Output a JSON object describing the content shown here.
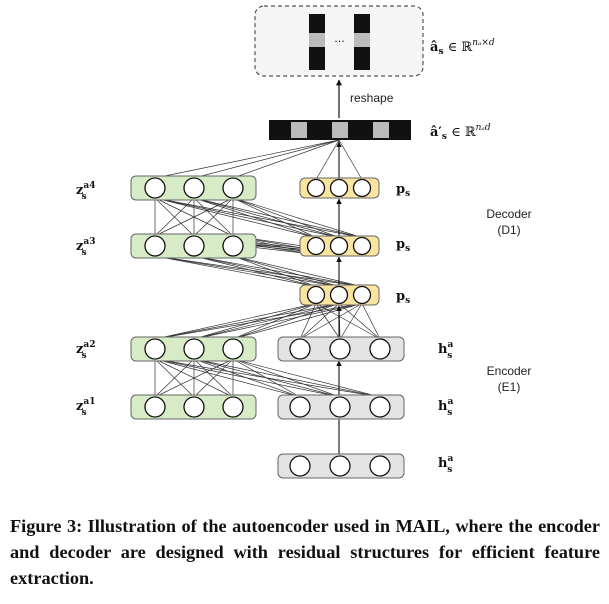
{
  "diagram": {
    "output_label": {
      "var": "â",
      "sub": "s",
      "set": " ∈ ℝ",
      "sup": "nₐ×d"
    },
    "flat_label": {
      "var": "â′",
      "sub": "s",
      "set": " ∈ ℝ",
      "sup": "nₐd"
    },
    "reshape_label": "reshape",
    "dots": "···",
    "left_labels": [
      {
        "var": "z",
        "sub": "s",
        "sup": "a4"
      },
      {
        "var": "z",
        "sub": "s",
        "sup": "a3"
      },
      {
        "var": "z",
        "sub": "s",
        "sup": "a2"
      },
      {
        "var": "z",
        "sub": "s",
        "sup": "a1"
      }
    ],
    "p_label": {
      "var": "p",
      "sub": "s"
    },
    "h_label": {
      "var": "h",
      "sub": "s",
      "sup": "a"
    },
    "decoder_label": [
      "Decoder",
      "(D1)"
    ],
    "encoder_label": [
      "Encoder",
      "(E1)"
    ],
    "colors": {
      "green_fill": "#d7ebc7",
      "yellow_fill": "#fbe3a0",
      "gray_fill": "#e3e3e3",
      "gray_cell": "#bbbbbb",
      "black": "#111111"
    }
  },
  "caption": "Figure 3: Illustration of the autoencoder used in MAIL, where the encoder and decoder are designed with residual structures for efficient feature extraction."
}
